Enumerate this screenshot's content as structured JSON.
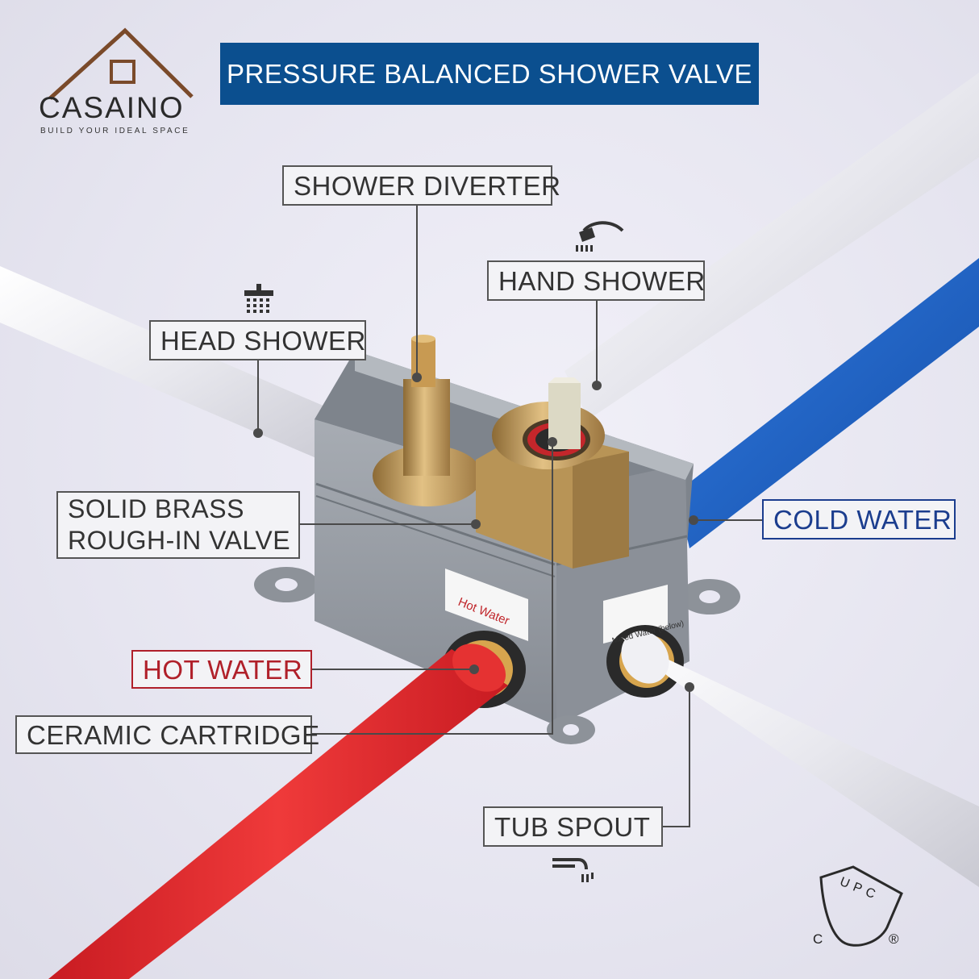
{
  "title": "PRESSURE BALANCED SHOWER VALVE",
  "brand": {
    "name": "CASAINO",
    "tagline": "BUILD YOUR IDEAL SPACE"
  },
  "callouts": {
    "shower_diverter": "SHOWER DIVERTER",
    "hand_shower": "HAND SHOWER",
    "head_shower": "HEAD SHOWER",
    "rough_in_line1": "SOLID BRASS",
    "rough_in_line2": "ROUGH-IN VALVE",
    "cold_water": "COLD WATER",
    "hot_water": "HOT WATER",
    "ceramic_cartridge": "CERAMIC CARTRIDGE",
    "tub_spout": "TUB SPOUT"
  },
  "valve_stickers": {
    "left": "Hot Water",
    "right": "Mixed Water (below)"
  },
  "certification": {
    "mark": "UPC",
    "prefix": "C",
    "registered": "®"
  },
  "colors": {
    "banner": "#0b4f8f",
    "hot": "#b0202a",
    "cold": "#1b3d8e",
    "pipe_hot": "#e0252b",
    "pipe_cold": "#1f63c6",
    "brass": "#c9a060"
  }
}
